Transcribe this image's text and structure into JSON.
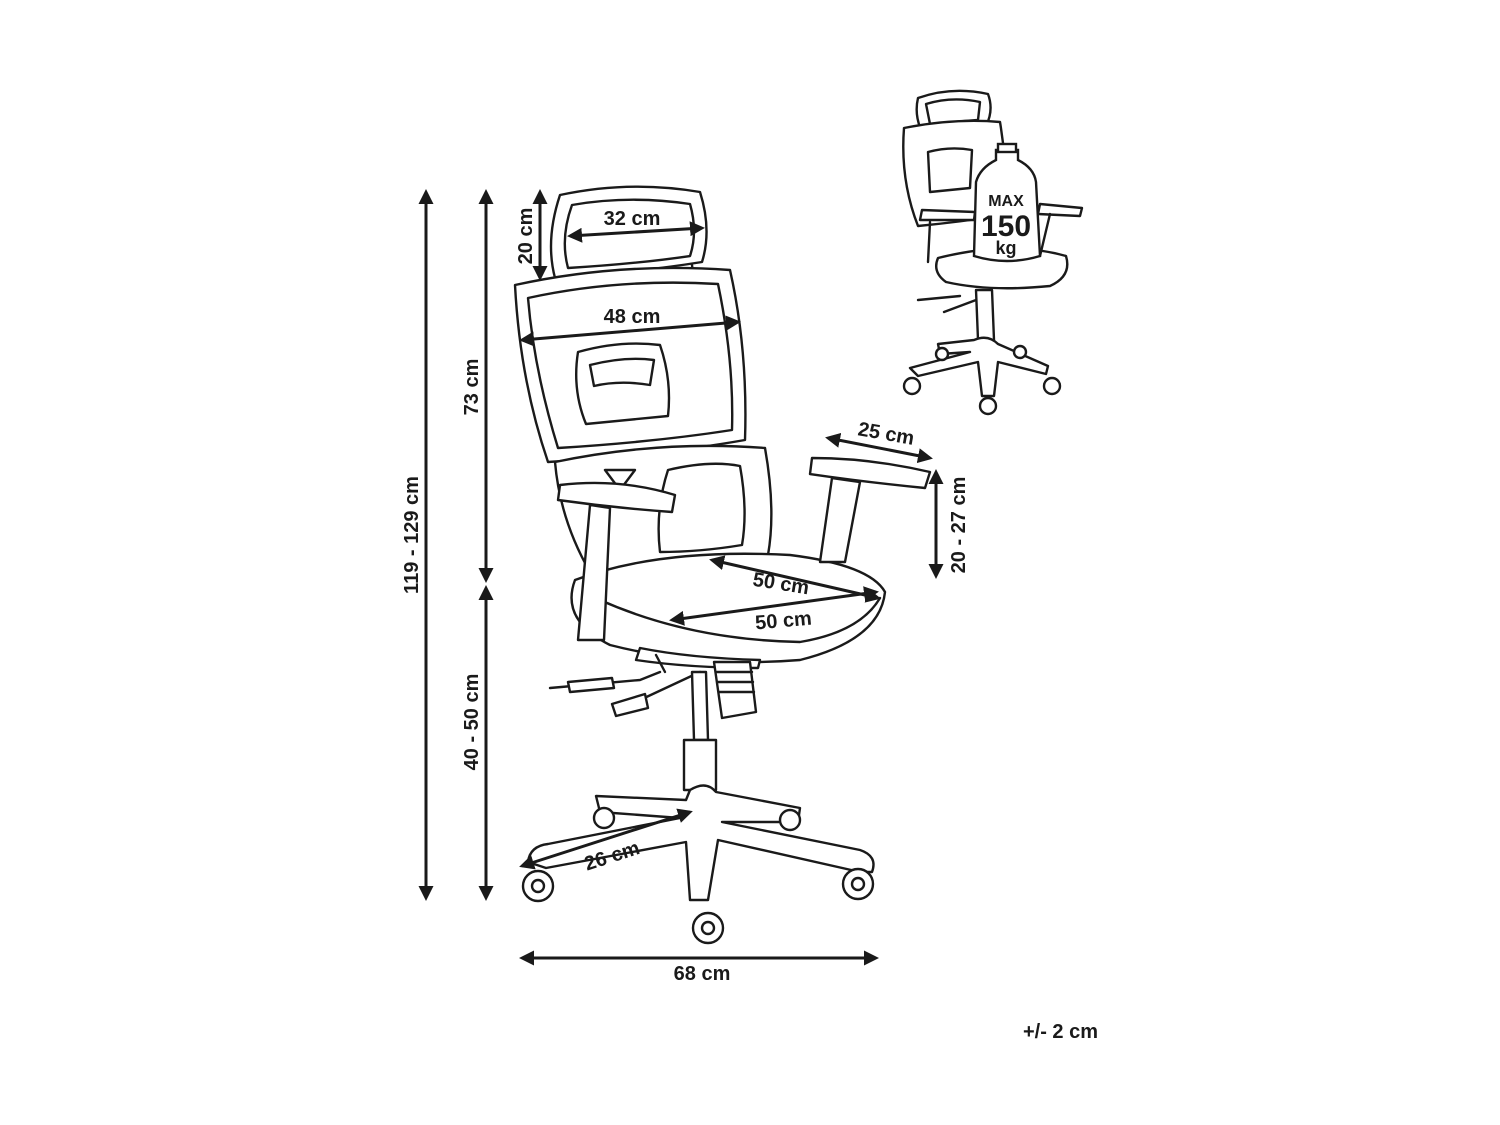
{
  "dimensions": {
    "total_height": "119 - 129 cm",
    "backrest_height": "73 cm",
    "seat_height": "40 - 50 cm",
    "headrest_height": "20 cm",
    "headrest_width": "32 cm",
    "backrest_width": "48 cm",
    "armrest_length": "25 cm",
    "armrest_height": "20 - 27 cm",
    "seat_depth": "50 cm",
    "seat_width": "50 cm",
    "leg_length": "26 cm",
    "base_width": "68 cm"
  },
  "weight_badge": {
    "line1": "MAX",
    "line2": "150",
    "line3": "kg"
  },
  "tolerance": "+/- 2 cm",
  "colors": {
    "ink": "#1a1a1a",
    "background": "#ffffff"
  }
}
